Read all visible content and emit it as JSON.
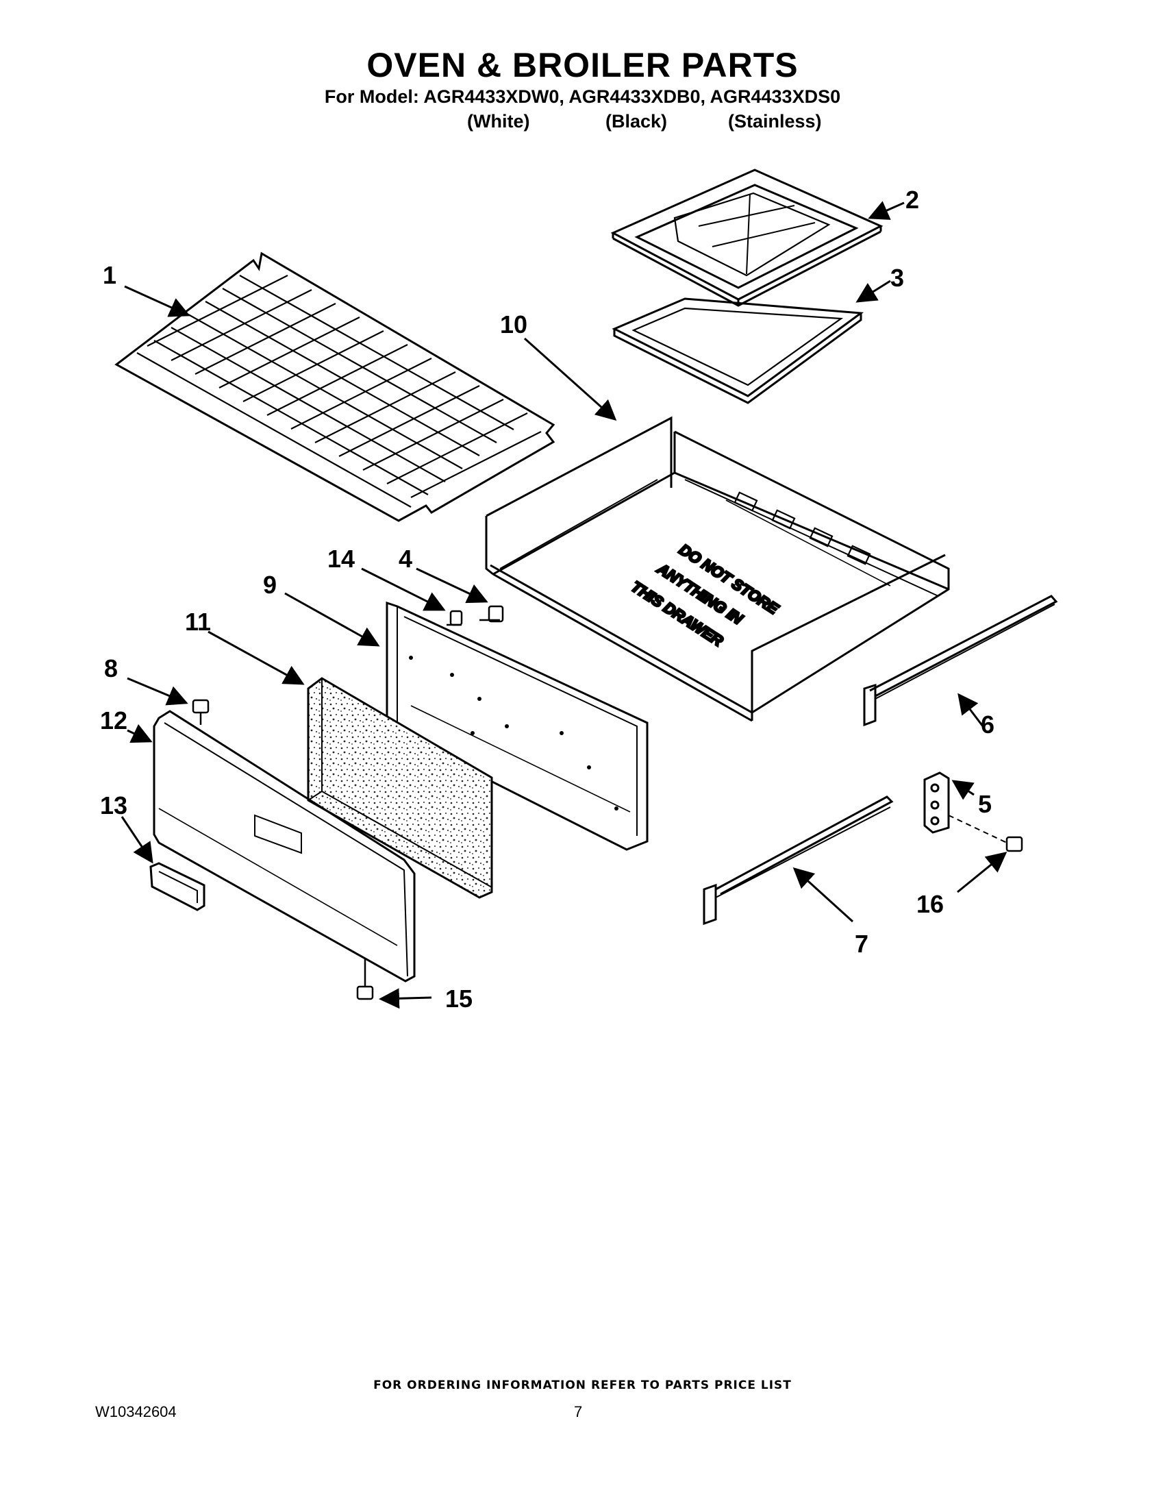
{
  "title": "OVEN & BROILER PARTS",
  "subtitle": "For Model: AGR4433XDW0, AGR4433XDB0, AGR4433XDS0",
  "variants": [
    "(White)",
    "(Black)",
    "(Stainless)"
  ],
  "drawer_label": [
    "DO NOT STORE",
    "ANYTHING IN",
    "THIS DRAWER"
  ],
  "callouts": [
    "1",
    "2",
    "3",
    "10",
    "14",
    "4",
    "9",
    "11",
    "8",
    "12",
    "13",
    "6",
    "5",
    "16",
    "7",
    "15"
  ],
  "footer": "FOR ORDERING INFORMATION REFER TO PARTS PRICE LIST",
  "doc_number": "W10342604",
  "page_number": "7"
}
